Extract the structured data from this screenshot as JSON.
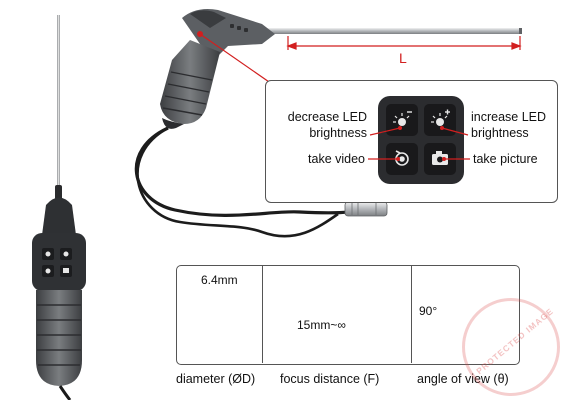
{
  "dimension_label": "L",
  "buttons": {
    "decrease_led": [
      "decrease LED",
      "brightness"
    ],
    "increase_led": [
      "increase LED",
      "brightness"
    ],
    "take_video": "take video",
    "take_picture": "take picture"
  },
  "specs": {
    "diameter_value": "6.4mm",
    "focus_value": "15mm~∞",
    "angle_value": "90°",
    "diameter_caption": "diameter (ØD)",
    "focus_caption": "focus distance (F)",
    "angle_caption": "angle of view (θ)"
  },
  "watermark": "PROTECTED IMAGE",
  "colors": {
    "callout_red": "#d21f1f",
    "body_grey": "#5a5d61",
    "panel_border": "#555555"
  },
  "icons": [
    "sun-minus-icon",
    "sun-plus-icon",
    "video-camera-icon",
    "camera-icon"
  ]
}
